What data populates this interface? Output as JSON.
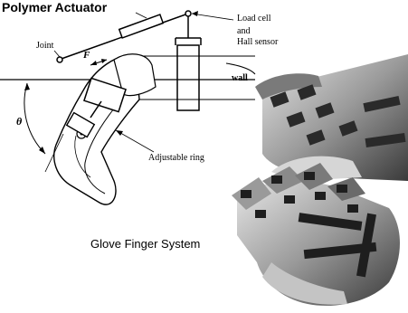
{
  "diagram": {
    "title": "Polymer Actuator",
    "force_label": "F",
    "joint_label": "Joint",
    "load_cell_line1": "Load cell",
    "load_cell_line2": "and",
    "load_cell_line3": "Hall sensor",
    "wall_label": "wall",
    "angle_label": "θ",
    "ring_label": "Adjustable ring"
  },
  "photo": {
    "caption": "Glove Finger System"
  },
  "colors": {
    "ink": "#000000",
    "hand_light": "#c8c8c8",
    "hand_mid": "#8a8a8a",
    "hand_dark": "#303030",
    "band": "#2a2a2a"
  }
}
